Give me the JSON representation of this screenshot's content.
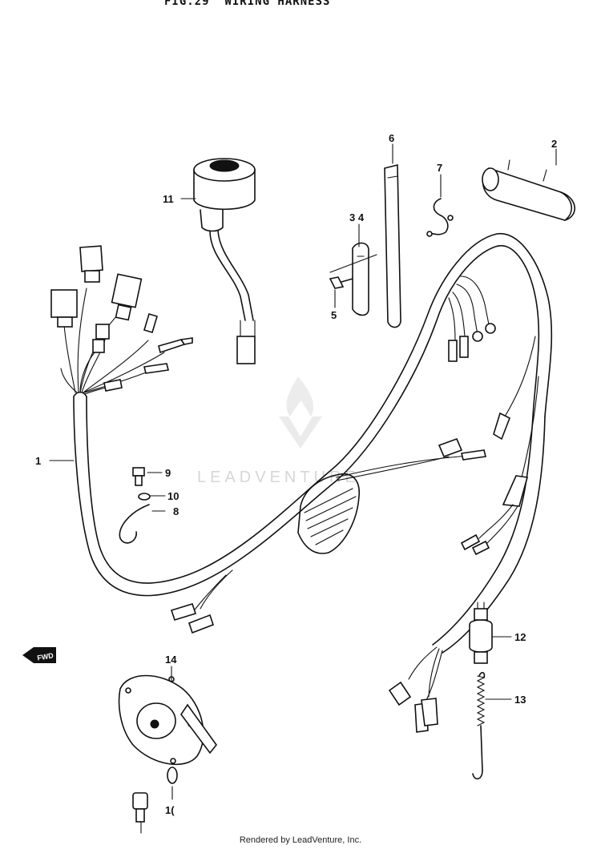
{
  "title": "FIG.29  WIRING HARNESS",
  "watermark": "LEADVENTURE",
  "footer": "Rendered by LeadVenture, Inc.",
  "fwd_label": "FWD",
  "callouts": {
    "c1": "1",
    "c2": "2",
    "c6": "6",
    "c7": "7",
    "c34": "3 4",
    "c5": "5",
    "c11": "11",
    "c9": "9",
    "c10": "10",
    "c8": "8",
    "c12": "12",
    "c13": "13",
    "c14": "14",
    "c10b": "1("
  }
}
